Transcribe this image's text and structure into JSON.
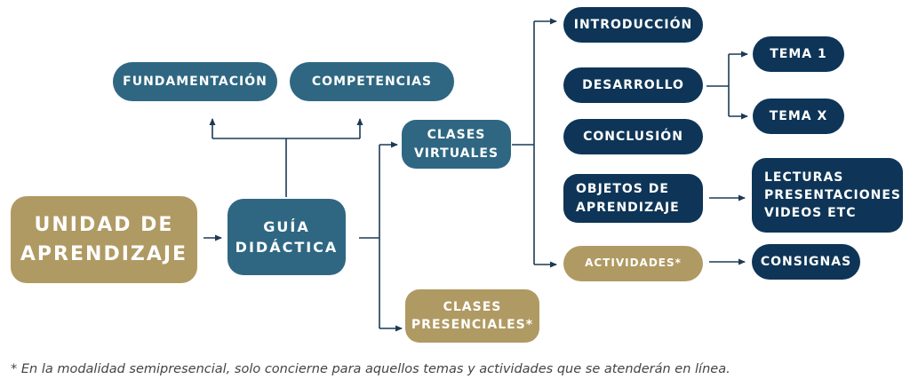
{
  "nodes": {
    "unidad": "UNIDAD DE\nAPRENDIZAJE",
    "guia": "GUÍA\nDIDÁCTICA",
    "fundamentacion": "FUNDAMENTACIÓN",
    "competencias": "COMPETENCIAS",
    "clases_virtuales": "CLASES\nVIRTUALES",
    "clases_presenciales": "CLASES\nPRESENCIALES*",
    "introduccion": "INTRODUCCIÓN",
    "desarrollo": "DESARROLLO",
    "conclusion": "CONCLUSIÓN",
    "objetos": "OBJETOS DE\nAPRENDIZAJE",
    "actividades": "ACTIVIDADES*",
    "tema1": "TEMA 1",
    "temax": "TEMA X",
    "lecturas": "LECTURAS\nPRESENTACIONES\nVIDEOS ETC",
    "consignas": "CONSIGNAS"
  },
  "footnote": "* En la modalidad semipresencial, solo concierne para aquellos temas y actividades que se atenderán en línea.",
  "colors": {
    "teal": "#2f6782",
    "navy": "#0e3557",
    "gold": "#b09a63",
    "connector": "#1d3a55"
  }
}
